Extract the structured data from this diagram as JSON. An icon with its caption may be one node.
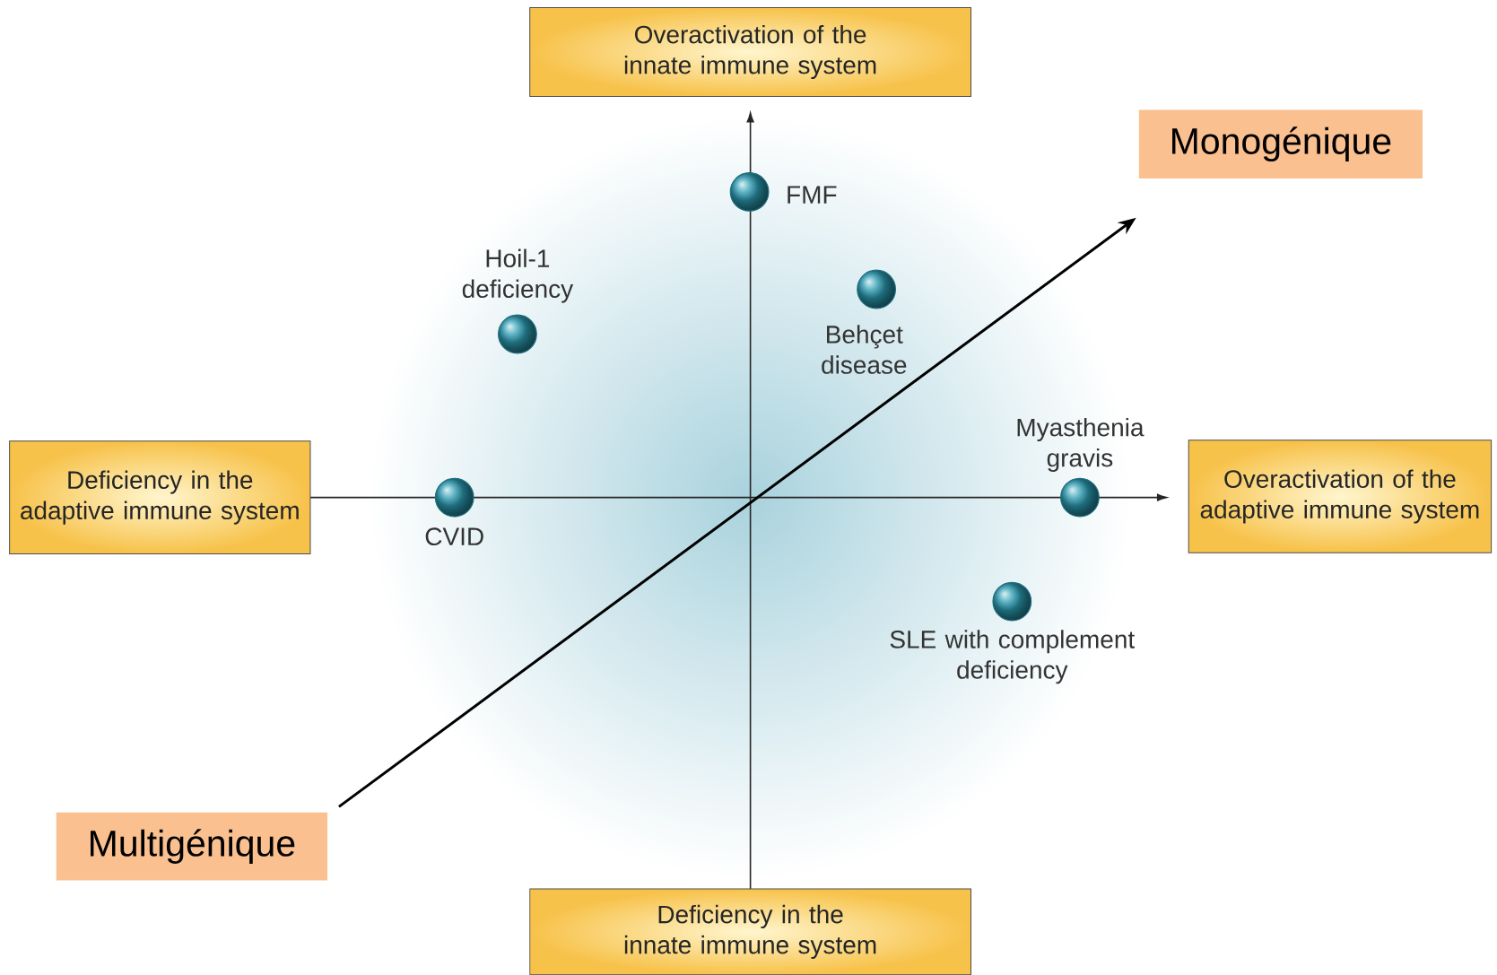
{
  "diagram": {
    "nodes": [
      {
        "text": [
          "Overactivation of the innate immune system"
        ]
      },
      {
        "text": [
          "Deficiency in the adaptive immune system"
        ]
      },
      {
        "text": [
          "Overactivation of the adaptive immune system"
        ]
      },
      {
        "text": [
          "Deficiency in the innate immune system"
        ]
      },
      {
        "text": [
          "Monogénique"
        ]
      },
      {
        "text": [
          "Multigénique"
        ]
      },
      {
        "text": [],
        "shape": "circle",
        "beside": [
          "FMF"
        ]
      },
      {
        "text": [],
        "shape": "circle",
        "beside": [
          "Hoil-1 deficiency"
        ]
      },
      {
        "text": [],
        "shape": "circle",
        "beside": [
          "Behçet disease"
        ]
      },
      {
        "text": [],
        "shape": "circle",
        "beside": [
          "CVID"
        ]
      },
      {
        "text": [],
        "shape": "circle",
        "beside": [
          "Myasthenia gravis"
        ]
      },
      {
        "text": [],
        "shape": "circle",
        "beside": [
          "SLE with complement deficiency"
        ]
      }
    ],
    "edges": []
  }
}
